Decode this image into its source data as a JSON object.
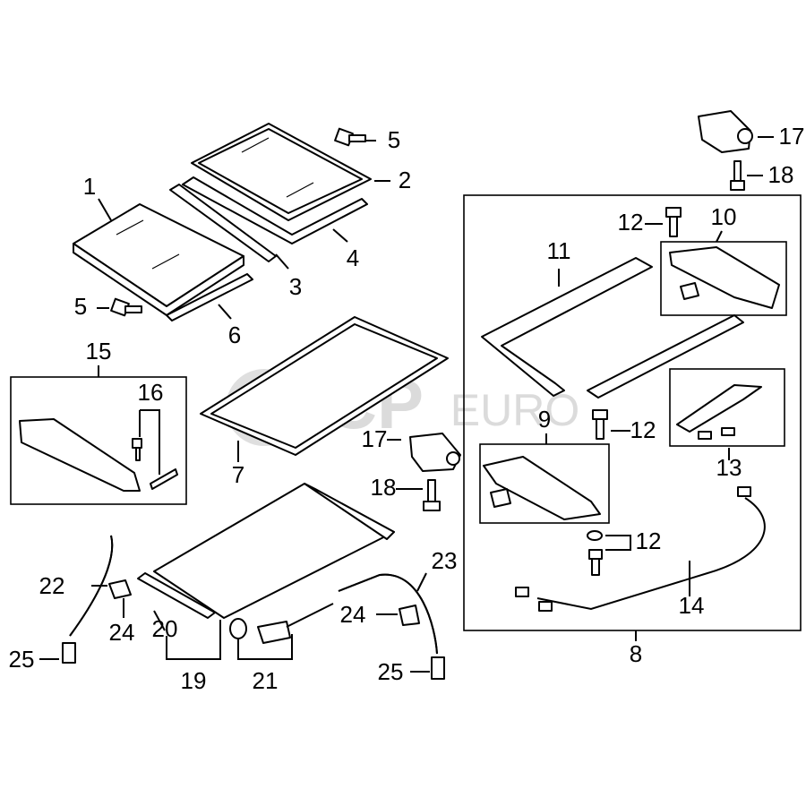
{
  "watermark": {
    "brand": "FCP",
    "suffix": "EURO"
  },
  "callouts": {
    "p1": "1",
    "p2": "2",
    "p3": "3",
    "p4": "4",
    "p5a": "5",
    "p5b": "5",
    "p6": "6",
    "p7": "7",
    "p8": "8",
    "p9": "9",
    "p10": "10",
    "p11": "11",
    "p12a": "12",
    "p12b": "12",
    "p12c": "12",
    "p13": "13",
    "p14": "14",
    "p15": "15",
    "p16": "16",
    "p17a": "17",
    "p17b": "17",
    "p18a": "18",
    "p18b": "18",
    "p19": "19",
    "p20": "20",
    "p21": "21",
    "p22": "22",
    "p23": "23",
    "p24a": "24",
    "p24b": "24",
    "p25a": "25",
    "p25b": "25"
  }
}
